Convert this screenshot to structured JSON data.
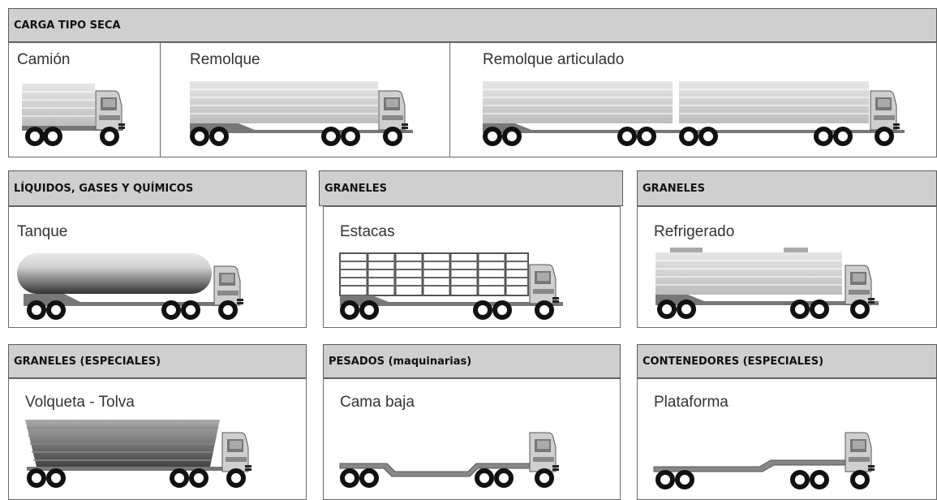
{
  "sections": {
    "dry": "CARGA TIPO SECA",
    "liquids": "LÍQUIDOS, GASES Y QUÍMICOS",
    "bulk1": "GRANELES",
    "bulk2": "GRANELES",
    "bulk_special": "GRANELES (ESPECIALES)",
    "heavy": "PESADOS (maquinarias)",
    "containers": "CONTENEDORES (ESPECIALES)"
  },
  "vehicles": {
    "camion": "Camión",
    "remolque": "Remolque",
    "remolque_articulado": "Remolque articulado",
    "tanque": "Tanque",
    "estacas": "Estacas",
    "refrigerado": "Refrigerado",
    "volqueta": "Volqueta - Tolva",
    "cama_baja": "Cama baja",
    "plataforma": "Plataforma"
  }
}
